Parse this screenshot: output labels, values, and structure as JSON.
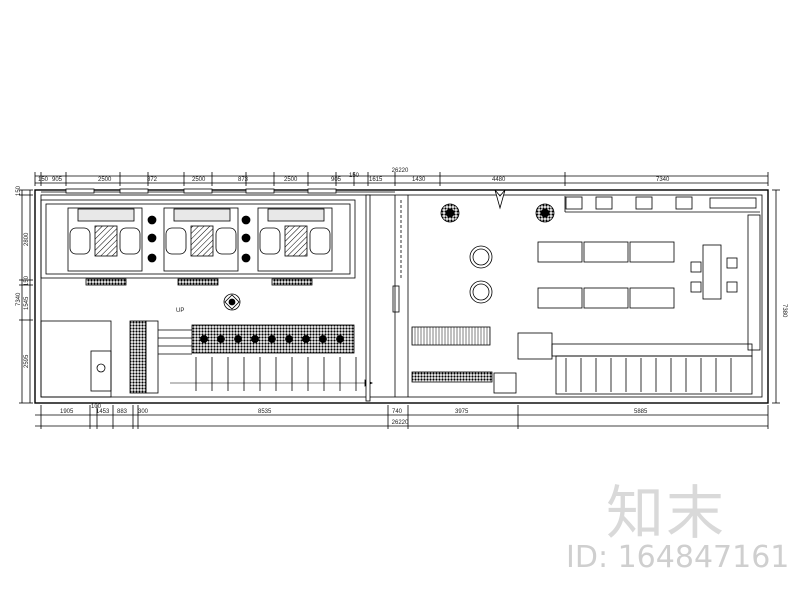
{
  "drawing": {
    "top_dims": [
      "150",
      "905",
      "2500",
      "872",
      "2500",
      "873",
      "2500",
      "905",
      "150",
      "1615",
      "1430",
      "4480",
      "7340"
    ],
    "top_total": "26220",
    "bottom_dims": [
      "1905",
      "100",
      "1453",
      "883",
      "300",
      "8535",
      "740",
      "3975",
      "5885"
    ],
    "bottom_total": "26220",
    "left_dims": [
      "150",
      "2800",
      "150",
      "1545",
      "2595",
      "7340"
    ],
    "right_dim": "7380",
    "stair_label": "UP"
  },
  "watermark": {
    "logo": "知末",
    "id": "ID: 164847161"
  },
  "colors": {
    "line": "#000000",
    "watermark": "#d0d0d0"
  }
}
